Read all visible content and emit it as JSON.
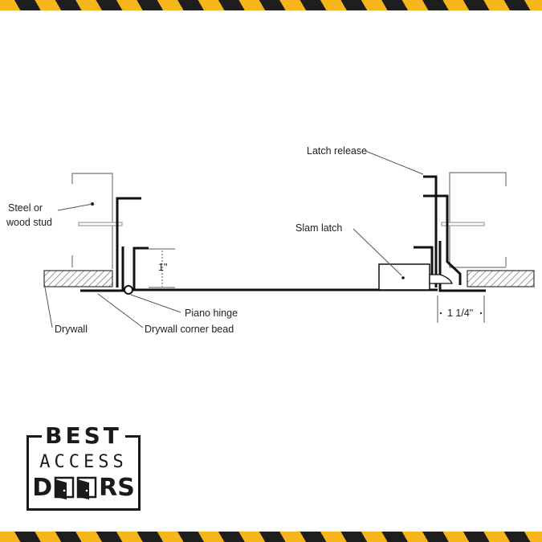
{
  "colors": {
    "hazard_yellow": "#f5b51b",
    "hazard_black": "#1e1e1e",
    "line": "#111111"
  },
  "labels": {
    "stud_line1": "Steel or",
    "stud_line2": "wood stud",
    "one_inch": "1\"",
    "piano_hinge": "Piano hinge",
    "drywall": "Drywall",
    "corner_bead": "Drywall corner bead",
    "latch_release": "Latch release",
    "slam_latch": "Slam latch",
    "one_quarter": "1 1/4\""
  },
  "logo": {
    "best": "BEST",
    "access": "ACCESS",
    "doors_d": "D",
    "doors_rs": "RS",
    "full": "BEST ACCESS DOORS"
  }
}
